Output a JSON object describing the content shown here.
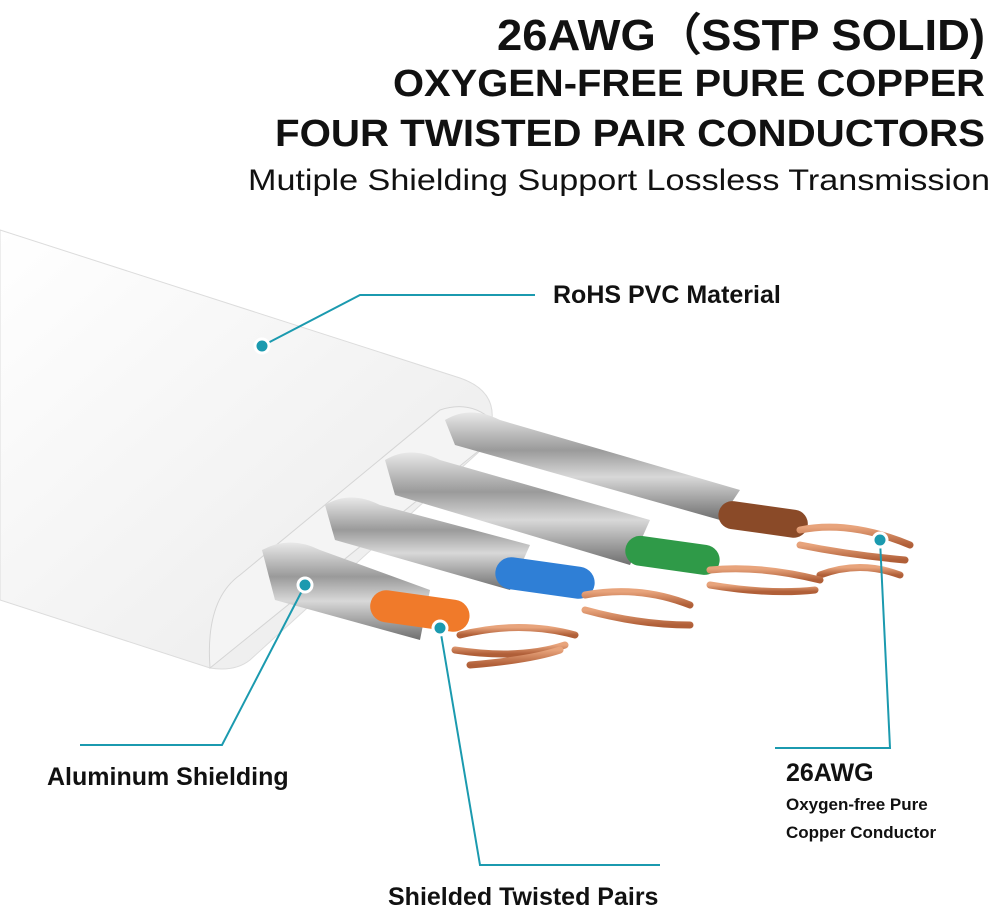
{
  "header": {
    "title": "26AWG（SSTP SOLID)",
    "subtitle_1": "OXYGEN-FREE PURE COPPER",
    "subtitle_2": "FOUR TWISTED PAIR CONDUCTORS",
    "tagline": "Mutiple Shielding Support Lossless Transmission"
  },
  "callouts": {
    "jacket": "RoHS PVC Material",
    "shielding": "Aluminum Shielding",
    "pairs": "Shielded Twisted Pairs",
    "conductor_title": "26AWG",
    "conductor_line1": "Oxygen-free Pure",
    "conductor_line2": "Copper Conductor"
  },
  "colors": {
    "accent": "#1b9aaf",
    "copper": "#c8744a",
    "wire_orange": "#f07a2a",
    "wire_blue": "#2f7fd6",
    "wire_green": "#2f9a48",
    "wire_brown": "#8a4a28"
  }
}
